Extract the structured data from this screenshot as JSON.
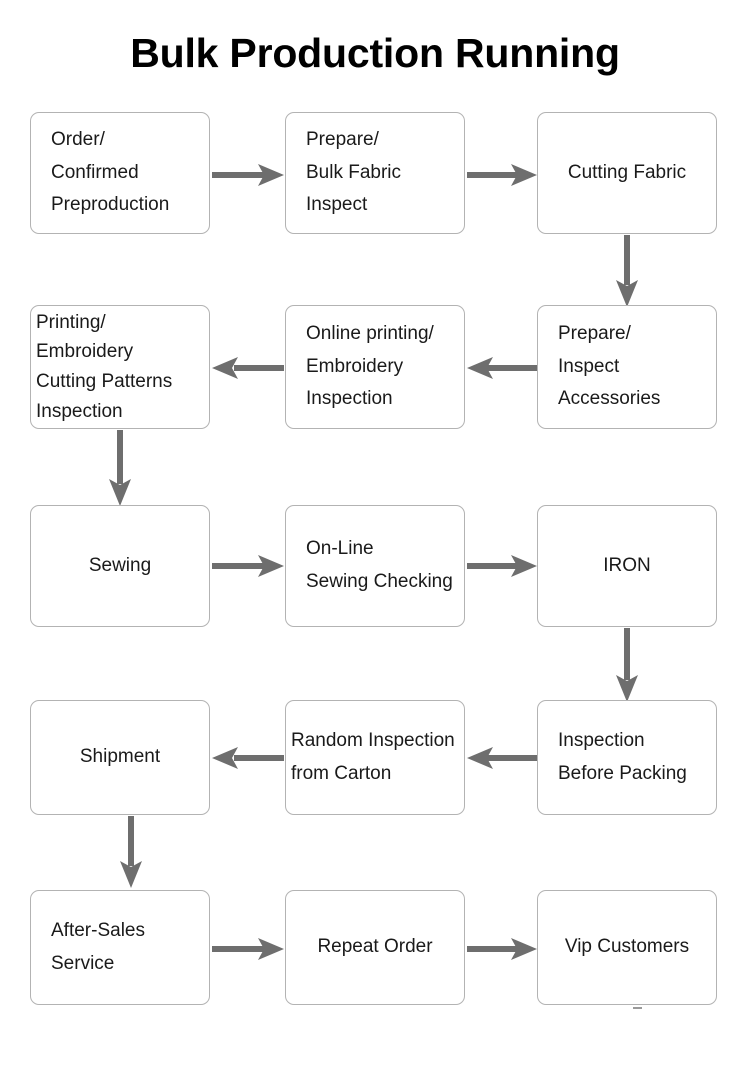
{
  "title": "Bulk Production Running",
  "colors": {
    "background": "#ffffff",
    "node_border": "#b3b3b3",
    "node_fill": "#ffffff",
    "text": "#1a1a1a",
    "title": "#000000",
    "arrow": "#6e6e6e"
  },
  "diagram": {
    "type": "flowchart",
    "flow_direction": "serpentine (left-to-right, then right-to-left)",
    "node_count": 15,
    "nodes": [
      {
        "id": "order-confirmed-preproduction",
        "label": "Order/\nConfirmed\nPreproduction",
        "align": "left",
        "row": 1,
        "col": 1
      },
      {
        "id": "prepare-bulk-fabric-inspect",
        "label": "Prepare/\nBulk Fabric\nInspect",
        "align": "left",
        "row": 1,
        "col": 2
      },
      {
        "id": "cutting-fabric",
        "label": "Cutting Fabric",
        "align": "center",
        "row": 1,
        "col": 3
      },
      {
        "id": "printing-embroidery-cutting-patterns-inspection",
        "label": "Printing/\nEmbroidery\nCutting Patterns\nInspection",
        "align": "tight",
        "row": 2,
        "col": 1
      },
      {
        "id": "online-printing-embroidery-inspection",
        "label": "Online printing/\nEmbroidery\nInspection",
        "align": "left",
        "row": 2,
        "col": 2
      },
      {
        "id": "prepare-inspect-accessories",
        "label": "Prepare/\nInspect\nAccessories",
        "align": "left",
        "row": 2,
        "col": 3
      },
      {
        "id": "sewing",
        "label": "Sewing",
        "align": "center",
        "row": 3,
        "col": 1
      },
      {
        "id": "on-line-sewing-checking",
        "label": "On-Line\nSewing Checking",
        "align": "left",
        "row": 3,
        "col": 2
      },
      {
        "id": "iron",
        "label": "IRON",
        "align": "center",
        "row": 3,
        "col": 3
      },
      {
        "id": "shipment",
        "label": "Shipment",
        "align": "center",
        "row": 4,
        "col": 1
      },
      {
        "id": "random-inspection-from-carton",
        "label": "Random Inspection\nfrom Carton",
        "align": "tight",
        "row": 4,
        "col": 2
      },
      {
        "id": "inspection-before-packing",
        "label": "Inspection\nBefore Packing",
        "align": "left",
        "row": 4,
        "col": 3
      },
      {
        "id": "after-sales-service",
        "label": "After-Sales\nService",
        "align": "left",
        "row": 5,
        "col": 1
      },
      {
        "id": "repeat-order",
        "label": "Repeat Order",
        "align": "center",
        "row": 5,
        "col": 2
      },
      {
        "id": "vip-customers",
        "label": "Vip Customers",
        "align": "center",
        "row": 5,
        "col": 3
      }
    ],
    "edges": [
      {
        "from": "order-confirmed-preproduction",
        "to": "prepare-bulk-fabric-inspect",
        "direction": "right"
      },
      {
        "from": "prepare-bulk-fabric-inspect",
        "to": "cutting-fabric",
        "direction": "right"
      },
      {
        "from": "cutting-fabric",
        "to": "prepare-inspect-accessories",
        "direction": "down"
      },
      {
        "from": "prepare-inspect-accessories",
        "to": "online-printing-embroidery-inspection",
        "direction": "left"
      },
      {
        "from": "online-printing-embroidery-inspection",
        "to": "printing-embroidery-cutting-patterns-inspection",
        "direction": "left"
      },
      {
        "from": "printing-embroidery-cutting-patterns-inspection",
        "to": "sewing",
        "direction": "down"
      },
      {
        "from": "sewing",
        "to": "on-line-sewing-checking",
        "direction": "right"
      },
      {
        "from": "on-line-sewing-checking",
        "to": "iron",
        "direction": "right"
      },
      {
        "from": "iron",
        "to": "inspection-before-packing",
        "direction": "down"
      },
      {
        "from": "inspection-before-packing",
        "to": "random-inspection-from-carton",
        "direction": "left"
      },
      {
        "from": "random-inspection-from-carton",
        "to": "shipment",
        "direction": "left"
      },
      {
        "from": "shipment",
        "to": "after-sales-service",
        "direction": "down"
      },
      {
        "from": "after-sales-service",
        "to": "repeat-order",
        "direction": "right"
      },
      {
        "from": "repeat-order",
        "to": "vip-customers",
        "direction": "right"
      }
    ]
  }
}
